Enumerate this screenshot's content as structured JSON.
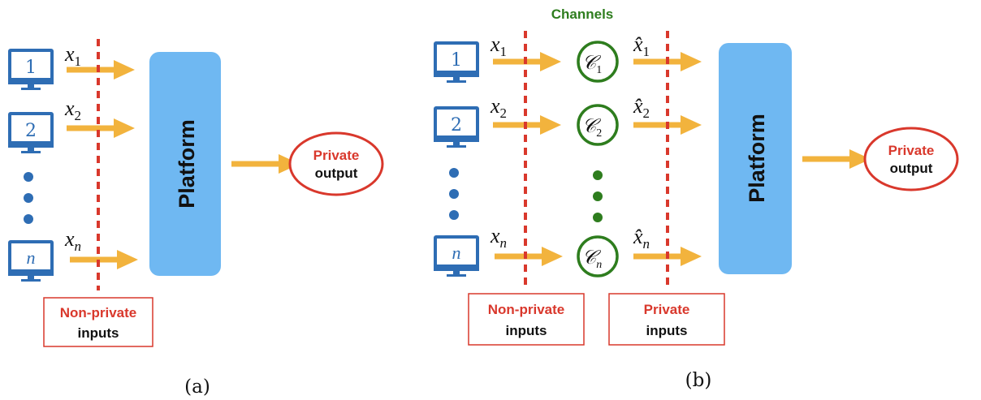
{
  "colors": {
    "monitor": "#2E6DB4",
    "arrow": "#F2B33D",
    "platform": "#6FB8F2",
    "dashed_line": "#D9382C",
    "red_text": "#D9382C",
    "channel": "#2E7D1E",
    "dots_blue": "#2E6DB4",
    "dots_green": "#2E7D1E"
  },
  "panel_a": {
    "caption": "(a)",
    "clients": [
      {
        "monitor_label": "1",
        "var": "x",
        "sub": "1"
      },
      {
        "monitor_label": "2",
        "var": "x",
        "sub": "2"
      },
      {
        "monitor_label": "n",
        "var": "x",
        "sub": "n"
      }
    ],
    "platform_label": "Platform",
    "output": {
      "line1": "Private",
      "line2": "output"
    },
    "input_box": {
      "line1": "Non-private",
      "line2": "inputs"
    }
  },
  "panel_b": {
    "caption": "(b)",
    "channels_title": "Channels",
    "clients": [
      {
        "monitor_label": "1",
        "var": "x",
        "sub": "1",
        "channel": "𝒞",
        "channel_sub": "1",
        "noisy_var": "x̂",
        "noisy_sub": "1"
      },
      {
        "monitor_label": "2",
        "var": "x",
        "sub": "2",
        "channel": "𝒞",
        "channel_sub": "2",
        "noisy_var": "x̂",
        "noisy_sub": "2"
      },
      {
        "monitor_label": "n",
        "var": "x",
        "sub": "n",
        "channel": "𝒞",
        "channel_sub": "n",
        "noisy_var": "x̂",
        "noisy_sub": "n"
      }
    ],
    "platform_label": "Platform",
    "output": {
      "line1": "Private",
      "line2": "output"
    },
    "input_box_left": {
      "line1": "Non-private",
      "line2": "inputs"
    },
    "input_box_right": {
      "line1": "Private",
      "line2": "inputs"
    }
  }
}
